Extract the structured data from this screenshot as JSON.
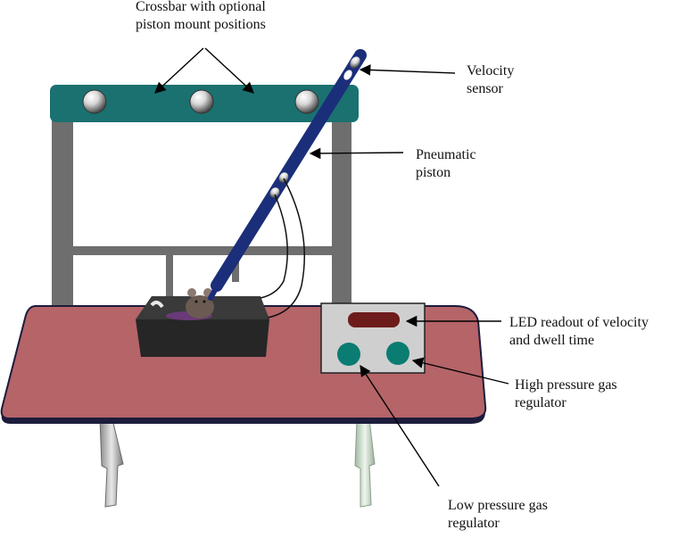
{
  "labels": {
    "crossbar": [
      "Crossbar with optional",
      "piston mount positions"
    ],
    "velocity_sensor": [
      "Velocity",
      "sensor"
    ],
    "piston": [
      "Pneumatic",
      "piston"
    ],
    "led": [
      "LED readout of velocity",
      "and dwell time"
    ],
    "high_reg": [
      "High pressure gas",
      "regulator"
    ],
    "low_reg": [
      "Low pressure gas",
      "regulator"
    ]
  },
  "colors": {
    "crossbar": "#1a7170",
    "frame": "#6e6e6e",
    "table_top": "#b56468",
    "table_edge": "#1c1c3c",
    "piston": "#1b2e7a",
    "box": "#2a2a2a",
    "control_box": "#cfcfcf",
    "led": "#6e1b1b",
    "knob": "#0b7c72"
  }
}
